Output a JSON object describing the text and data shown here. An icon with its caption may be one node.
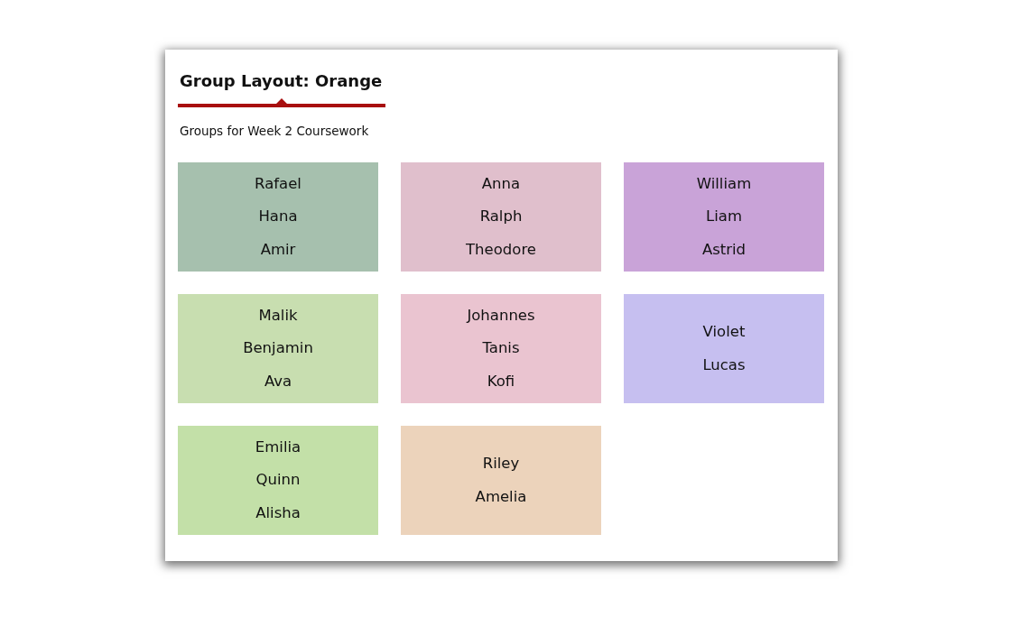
{
  "diagram": {
    "title": "Group Layout: Orange",
    "nodes": [
      {
        "text": [
          "Rafael",
          "Hana",
          "Amir"
        ]
      },
      {
        "text": [
          "Anna",
          "Ralph",
          "Theodore"
        ]
      },
      {
        "text": [
          "William",
          "Liam",
          "Astrid"
        ]
      },
      {
        "text": [
          "Malik",
          "Benjamin",
          "Ava"
        ]
      },
      {
        "text": [
          "Johannes",
          "Tanis",
          "Kofi"
        ]
      },
      {
        "text": [
          "Violet",
          "Lucas"
        ]
      },
      {
        "text": [
          "Emilia",
          "Quinn",
          "Alisha"
        ]
      },
      {
        "text": [
          "Riley",
          "Amelia"
        ]
      }
    ],
    "labels": [
      "Groups for Week 2 Coursework"
    ]
  }
}
